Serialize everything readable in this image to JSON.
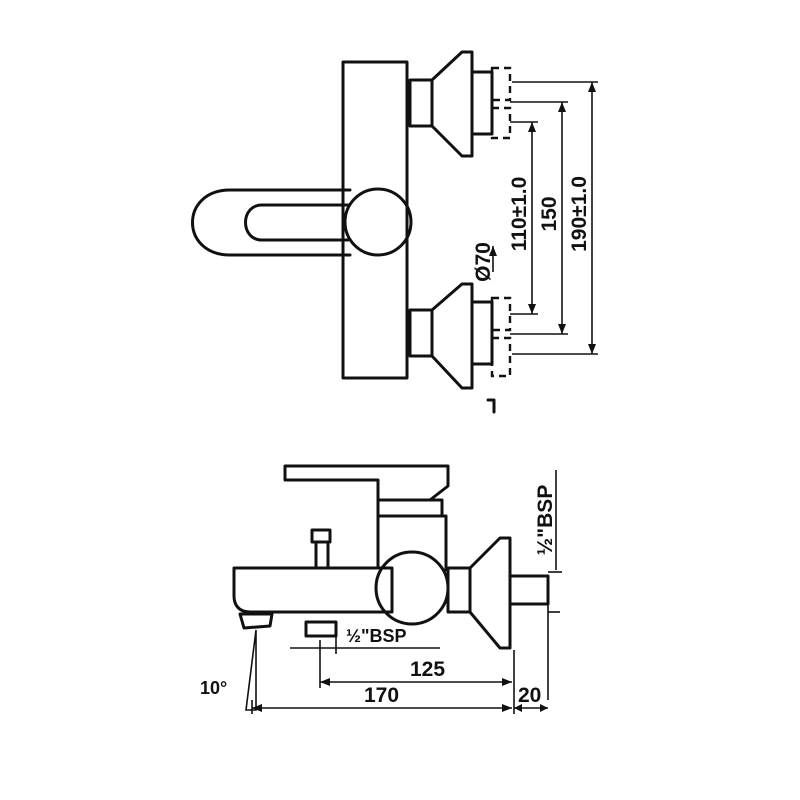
{
  "dimensions": {
    "diameter": "Ø70",
    "inlet_spacing": "110±1.0",
    "mid_spacing": "150",
    "outer_spacing": "190±1.0",
    "inlet_thread": "½\"BSP",
    "outlet_thread": "½\"BSP",
    "spout_length": "125",
    "total_length": "170",
    "offset": "20",
    "spout_angle": "10°"
  }
}
